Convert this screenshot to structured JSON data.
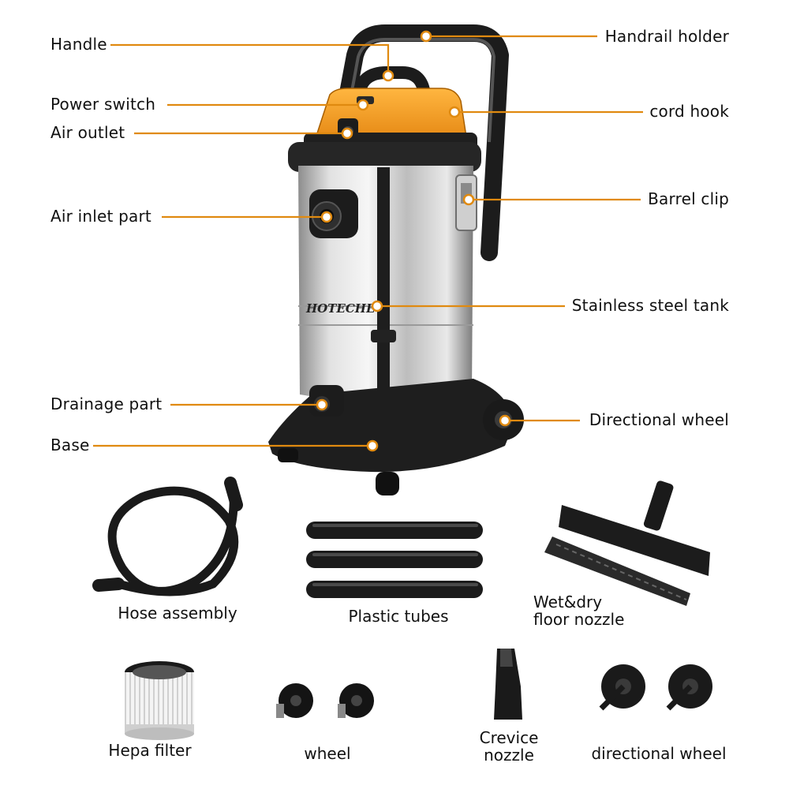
{
  "brand": "HOTECHE",
  "colors": {
    "accent": "#f39a1e",
    "leader": "#e08a10",
    "tank": "#c9c9c9",
    "plastic": "#1e1e1e"
  },
  "parts": {
    "handle": "Handle",
    "power_switch": "Power switch",
    "air_outlet": "Air outlet",
    "air_inlet": "Air inlet part",
    "drainage": "Drainage part",
    "base": "Base",
    "handrail_holder": "Handrail holder",
    "cord_hook": "cord hook",
    "barrel_clip": "Barrel clip",
    "stainless_tank": "Stainless steel tank",
    "directional_wheel": "Directional wheel"
  },
  "accessories": {
    "hose": "Hose assembly",
    "tubes": "Plastic tubes",
    "floor_nozzle_line1": "Wet&dry",
    "floor_nozzle_line2": "floor nozzle",
    "hepa": "Hepa filter",
    "wheel": "wheel",
    "crevice_line1": "Crevice",
    "crevice_line2": "nozzle",
    "dir_wheel": "directional wheel"
  }
}
